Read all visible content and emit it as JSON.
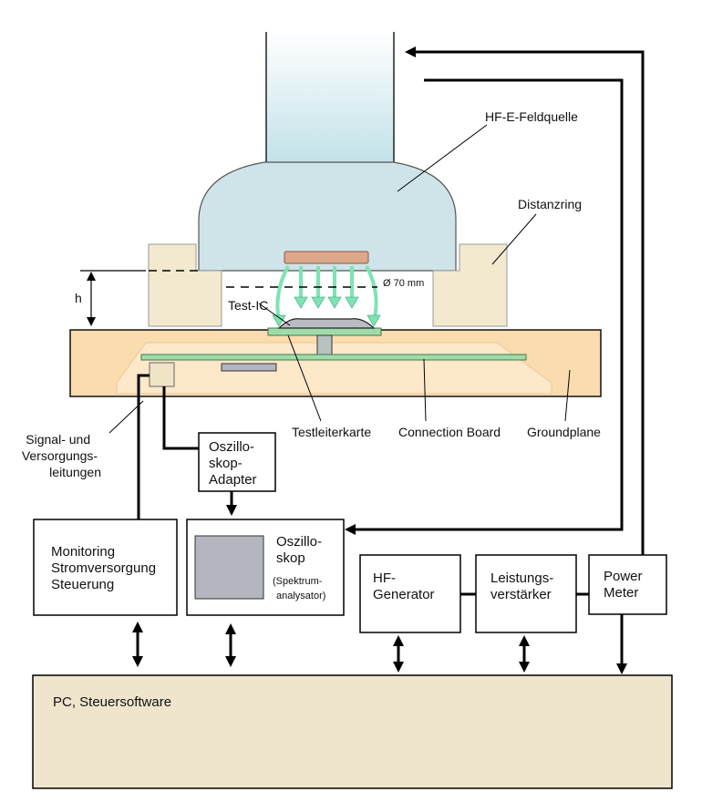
{
  "labels": {
    "source": "HF-E-Feldquelle",
    "ring": "Distanzring",
    "height": "h",
    "diameter": "Ø 70 mm",
    "test_ic": "Test-IC",
    "test_card": "Testleiterkarte",
    "connection_board": "Connection Board",
    "groundplane": "Groundplane",
    "signal_lines": [
      "Signal- und",
      "Versorgungs-",
      "leitungen"
    ]
  },
  "boxes": {
    "adapter": [
      "Oszillo-",
      "skop-",
      "Adapter"
    ],
    "monitoring": [
      "Monitoring",
      "Stromversorgung",
      "Steuerung"
    ],
    "oscilloscope": [
      "Oszillo-",
      "skop"
    ],
    "oscilloscope_sub": [
      "(Spektrum-",
      "analysator)"
    ],
    "hf_generator": [
      "HF-",
      "Generator"
    ],
    "amplifier": [
      "Leistungs-",
      "verstärker"
    ],
    "power_meter": [
      "Power",
      "Meter"
    ],
    "pc": "PC, Steuersoftware"
  },
  "colors": {
    "source_fill": "#cfe4e8",
    "column_fill": "#bfe0e8",
    "ring_fill": "#f3e9cf",
    "ground_fill": "#fbdcae",
    "ground_inner": "#fde8c9",
    "board_green": "#9fdcaa",
    "field_green": "#7fe3b3",
    "pc_fill": "#efe5cd",
    "scope_screen": "#b3b6bf",
    "electrode": "#dba88c"
  }
}
